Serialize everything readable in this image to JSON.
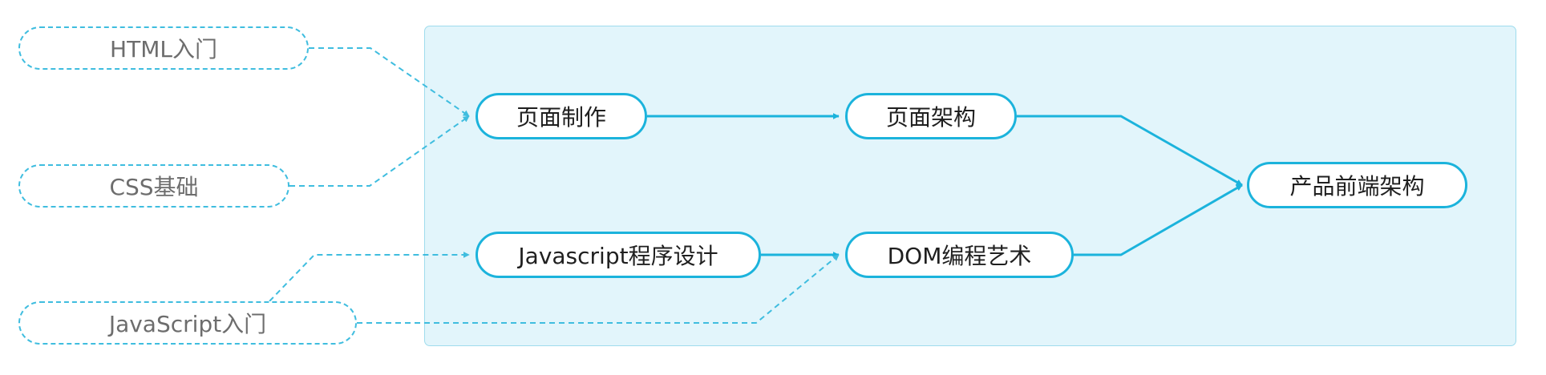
{
  "colors": {
    "line": "#1bb3dc",
    "dashed_line": "#3fbddf",
    "panel_fill": "#e2f5fb",
    "panel_border": "#9fdced",
    "main_text": "#1f1f1f",
    "prereq_text": "#6d6d6d"
  },
  "nodes": {
    "prerequisites": [
      {
        "id": "html",
        "label": "HTML入门"
      },
      {
        "id": "css",
        "label": "CSS基础"
      },
      {
        "id": "js_intro",
        "label": "JavaScript入门"
      }
    ],
    "courses": [
      {
        "id": "page_making",
        "label": "页面制作"
      },
      {
        "id": "page_arch",
        "label": "页面架构"
      },
      {
        "id": "js_design",
        "label": "Javascript程序设计"
      },
      {
        "id": "dom_art",
        "label": "DOM编程艺术"
      },
      {
        "id": "product_frontend",
        "label": "产品前端架构"
      }
    ]
  },
  "edges": [
    {
      "from": "page_making",
      "to": "page_arch",
      "style": "solid"
    },
    {
      "from": "js_design",
      "to": "dom_art",
      "style": "solid"
    },
    {
      "from": "page_arch",
      "to": "product_frontend",
      "style": "solid"
    },
    {
      "from": "dom_art",
      "to": "product_frontend",
      "style": "solid"
    },
    {
      "from": "html",
      "to": "page_making",
      "style": "dashed"
    },
    {
      "from": "css",
      "to": "page_making",
      "style": "dashed"
    },
    {
      "from": "js_intro",
      "to": "js_design",
      "style": "dashed"
    },
    {
      "from": "js_intro",
      "to": "dom_art",
      "style": "dashed"
    }
  ]
}
